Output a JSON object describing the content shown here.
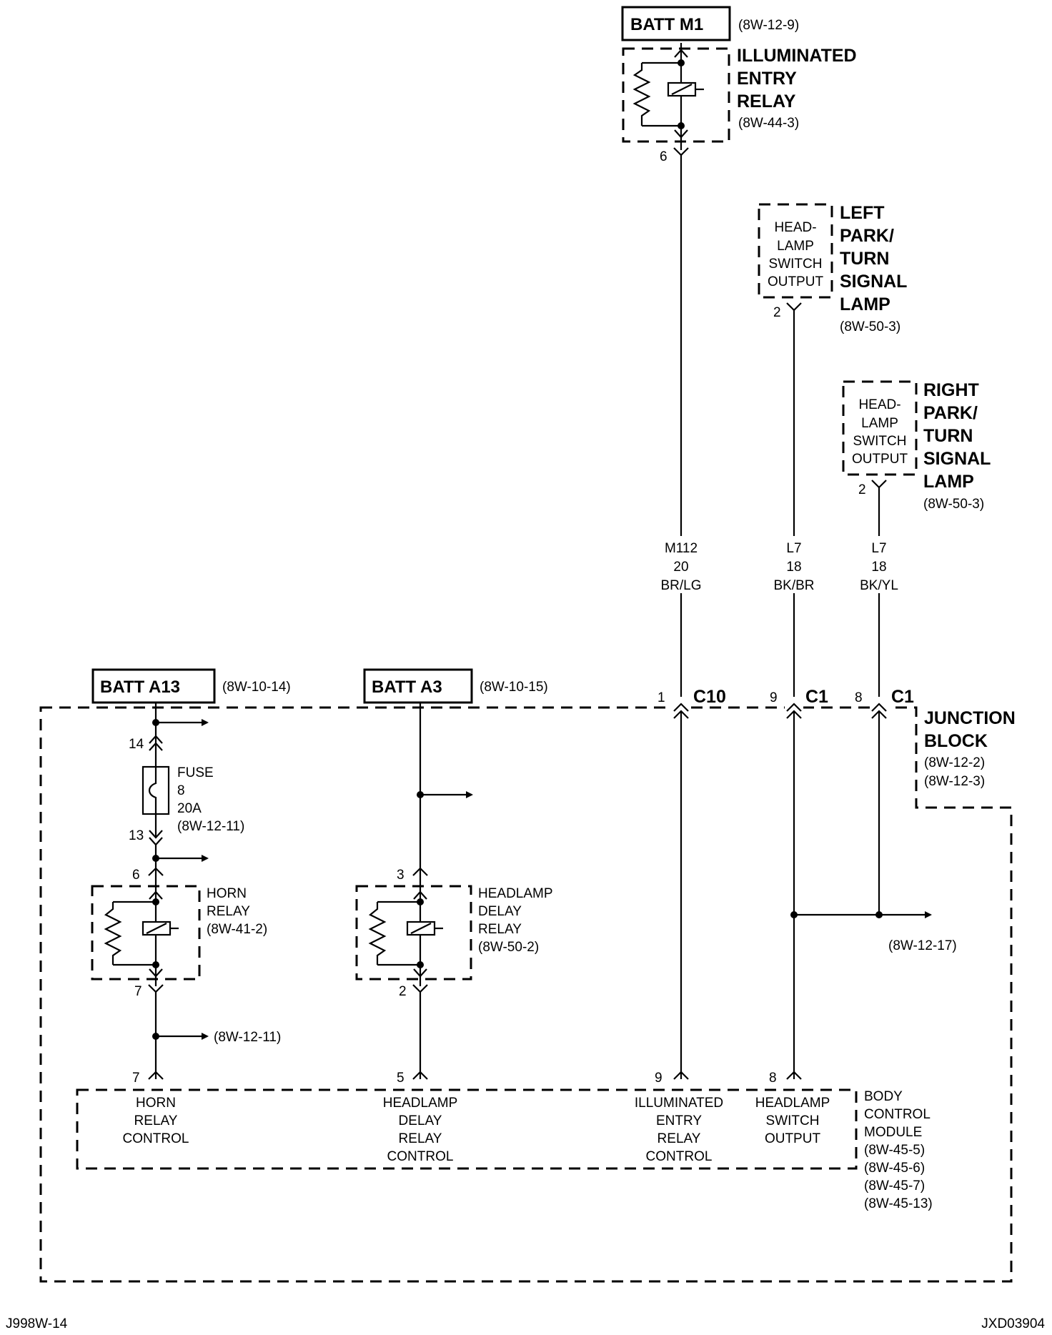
{
  "batt_m1": {
    "label": "BATT M1",
    "ref": "(8W-12-9)"
  },
  "illum_relay": {
    "l1": "ILLUMINATED",
    "l2": "ENTRY",
    "l3": "RELAY",
    "ref": "(8W-44-3)",
    "pin": "6"
  },
  "left_lamp": {
    "box1": "HEAD-",
    "box2": "LAMP",
    "box3": "SWITCH",
    "box4": "OUTPUT",
    "l1": "LEFT",
    "l2": "PARK/",
    "l3": "TURN",
    "l4": "SIGNAL",
    "l5": "LAMP",
    "ref": "(8W-50-3)",
    "pin": "2"
  },
  "right_lamp": {
    "box1": "HEAD-",
    "box2": "LAMP",
    "box3": "SWITCH",
    "box4": "OUTPUT",
    "l1": "RIGHT",
    "l2": "PARK/",
    "l3": "TURN",
    "l4": "SIGNAL",
    "l5": "LAMP",
    "ref": "(8W-50-3)",
    "pin": "2"
  },
  "wires": [
    {
      "circuit": "M112",
      "gauge": "20",
      "color": "BR/LG"
    },
    {
      "circuit": "L7",
      "gauge": "18",
      "color": "BK/BR"
    },
    {
      "circuit": "L7",
      "gauge": "18",
      "color": "BK/YL"
    }
  ],
  "connectors": [
    {
      "pin": "1",
      "name": "C10"
    },
    {
      "pin": "9",
      "name": "C1"
    },
    {
      "pin": "8",
      "name": "C1"
    }
  ],
  "batt_a13": {
    "label": "BATT A13",
    "ref": "(8W-10-14)"
  },
  "batt_a3": {
    "label": "BATT A3",
    "ref": "(8W-10-15)"
  },
  "junction_block": {
    "l1": "JUNCTION",
    "l2": "BLOCK",
    "ref1": "(8W-12-2)",
    "ref2": "(8W-12-3)"
  },
  "fuse": {
    "l1": "FUSE",
    "l2": "8",
    "l3": "20A",
    "ref": "(8W-12-11)",
    "pin_top": "14",
    "pin_bottom": "13"
  },
  "horn_relay": {
    "l1": "HORN",
    "l2": "RELAY",
    "ref": "(8W-41-2)",
    "pin_top": "6",
    "pin_bottom": "7"
  },
  "headlamp_relay": {
    "l1": "HEADLAMP",
    "l2": "DELAY",
    "l3": "RELAY",
    "ref": "(8W-50-2)",
    "pin_top": "3",
    "pin_bottom": "2"
  },
  "horn_branch_ref": "(8W-12-11)",
  "lamp_branch_ref": "(8W-12-17)",
  "bcm": {
    "pins": [
      "7",
      "5",
      "9",
      "8"
    ],
    "horn": {
      "l1": "HORN",
      "l2": "RELAY",
      "l3": "CONTROL"
    },
    "headlamp": {
      "l1": "HEADLAMP",
      "l2": "DELAY",
      "l3": "RELAY",
      "l4": "CONTROL"
    },
    "illum": {
      "l1": "ILLUMINATED",
      "l2": "ENTRY",
      "l3": "RELAY",
      "l4": "CONTROL"
    },
    "switch": {
      "l1": "HEADLAMP",
      "l2": "SWITCH",
      "l3": "OUTPUT"
    },
    "name": {
      "l1": "BODY",
      "l2": "CONTROL",
      "l3": "MODULE"
    },
    "refs": [
      "(8W-45-5)",
      "(8W-45-6)",
      "(8W-45-7)",
      "(8W-45-13)"
    ]
  },
  "footer": {
    "left": "J998W-14",
    "right": "JXD03904"
  }
}
